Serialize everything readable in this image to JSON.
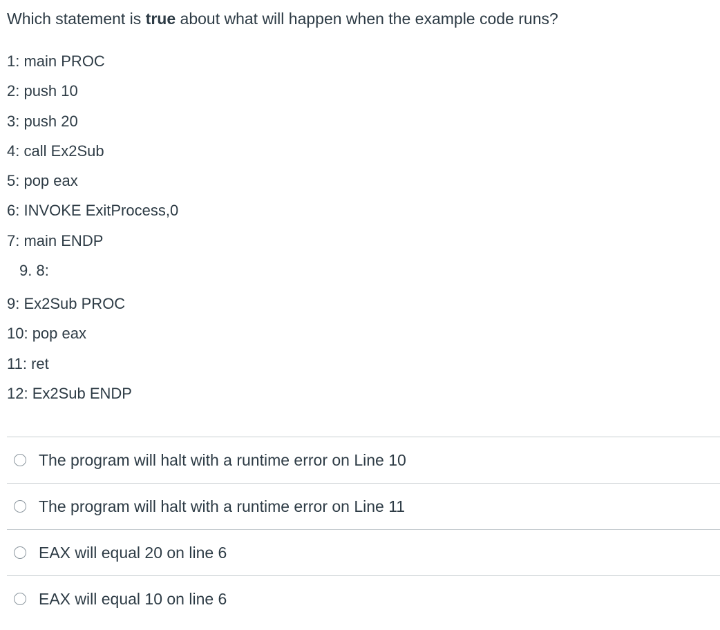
{
  "question": {
    "prefix": "Which statement is ",
    "emphasis": "true",
    "suffix": " about what will happen when the example code runs?"
  },
  "code_lines": [
    "1:  main PROC",
    "2:  push 10",
    "3:  push 20",
    "4:  call Ex2Sub",
    "5:  pop eax",
    "6:  INVOKE ExitProcess,0",
    "7:  main ENDP",
    "9. 8:",
    "9:  Ex2Sub PROC",
    "10:  pop eax",
    "11:  ret",
    "12:  Ex2Sub ENDP"
  ],
  "answers": [
    "The program will halt with a runtime error on Line 10",
    "The program will halt with a runtime error on Line 11",
    "EAX will equal 20 on line 6",
    "EAX will equal 10 on line 6"
  ]
}
